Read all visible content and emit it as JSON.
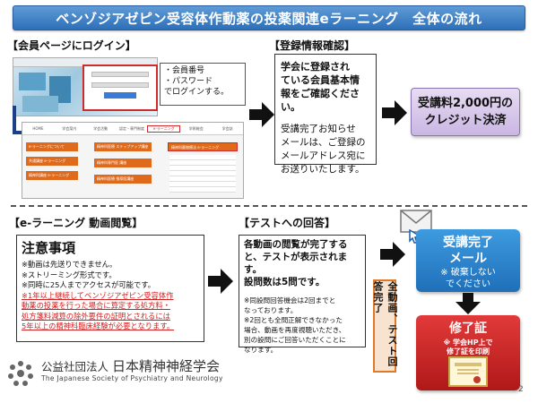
{
  "title": "ベンゾジアゼピン受容体作動薬の投薬関連eラーニング　全体の流れ",
  "section1": {
    "label": "【会員ページにログイン】",
    "note_lines": [
      "・会員番号",
      "・パスワード",
      "でログインする。"
    ],
    "menu_items": [
      "HOME",
      "学会案内",
      "学会活動",
      "認定・専門制度",
      "e-ラーニング",
      "学術総会",
      "学会誌"
    ],
    "site_buttons": [
      "e-ラーニングについて",
      "共通講座 e-ラーニング",
      "精神科講座 e-ラーニング"
    ],
    "site_buttons2": [
      "精神科医療 ステップアップ講座",
      "精神科専門医 講座",
      "精神科医療 指導医講座"
    ],
    "site_panel_title": "精神科薬物療法 e-ラーニング"
  },
  "section2": {
    "label": "【登録情報確認】",
    "main": [
      "学会に登録され",
      "ている会員基本情",
      "報をご確認ください。"
    ],
    "sub": [
      "受講完了お知らせ",
      "メールは、ご登録の",
      "メールアドレス宛に",
      "お送りいたします。"
    ]
  },
  "fee": {
    "lines": [
      "受講料2,000円の",
      "クレジット決済"
    ]
  },
  "section3": {
    "label": "【e-ラーニング 動画閲覧】",
    "heading": "注意事項",
    "lines": [
      "※動画は先送りできません。",
      "※ストリーミング形式です。",
      "※同時に25人までアクセスが可能です。"
    ],
    "red_lines": [
      "※1年以上継続してベンゾジアゼピン受容体作",
      "動薬の投薬を行った場合に算定する処方料・",
      "処方箋料減算の除外要件の証明とされるには",
      "5年以上の精神科臨床経験が必要となります。"
    ]
  },
  "section4": {
    "label": "【テストへの回答】",
    "main": [
      "各動画の閲覧が完了する",
      "と、テストが表示されます。",
      "設問数は5問です。"
    ],
    "sub": [
      "※同設問回答機会は2回までと",
      "なっております。",
      "※2回とも全問正解できなかった",
      "場合、動画を再度視聴いただき、",
      "別の設問にご回答いただくことに",
      "なります。"
    ]
  },
  "vertical_label": "全動画、テスト回答完了",
  "completion": {
    "main": [
      "受講完了",
      "メール"
    ],
    "sub": [
      "※ 破棄しない",
      "でください"
    ]
  },
  "certificate": {
    "main": "修了証",
    "sub": [
      "※ 学会HP上で",
      "修了証を印刷"
    ]
  },
  "org": {
    "prefix": "公益社団法人",
    "name": "日本精神神経学会",
    "english": "The Japanese Society of Psychiatry and Neurology"
  },
  "page_number": "2",
  "colors": {
    "title": "#2d6fb8",
    "red": "#d21f1f",
    "fee": "#c9b6e3",
    "done": "#1f6fb9",
    "cert": "#b01818"
  }
}
